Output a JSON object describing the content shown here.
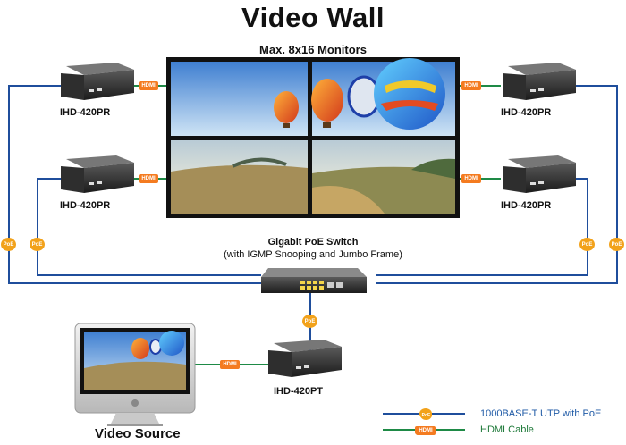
{
  "title": "Video Wall",
  "subtitle": "Max. 8x16 Monitors",
  "receivers": [
    "IHD-420PR",
    "IHD-420PR",
    "IHD-420PR",
    "IHD-420PR"
  ],
  "transmitter": "IHD-420PT",
  "switch": {
    "name": "Gigabit PoE Switch",
    "detail": "(with IGMP Snooping and Jumbo Frame)"
  },
  "source_label": "Video Source",
  "tags": {
    "hdmi": "HDMI",
    "poe": "PoE"
  },
  "legend": {
    "poe_line": "1000BASE-T UTP with PoE",
    "hdmi_line": "HDMI Cable"
  },
  "colors": {
    "utp": "#1f4e9c",
    "hdmi": "#1e8a46",
    "poe_badge": "#f2a21b",
    "hdmi_badge": "#f47b20"
  }
}
